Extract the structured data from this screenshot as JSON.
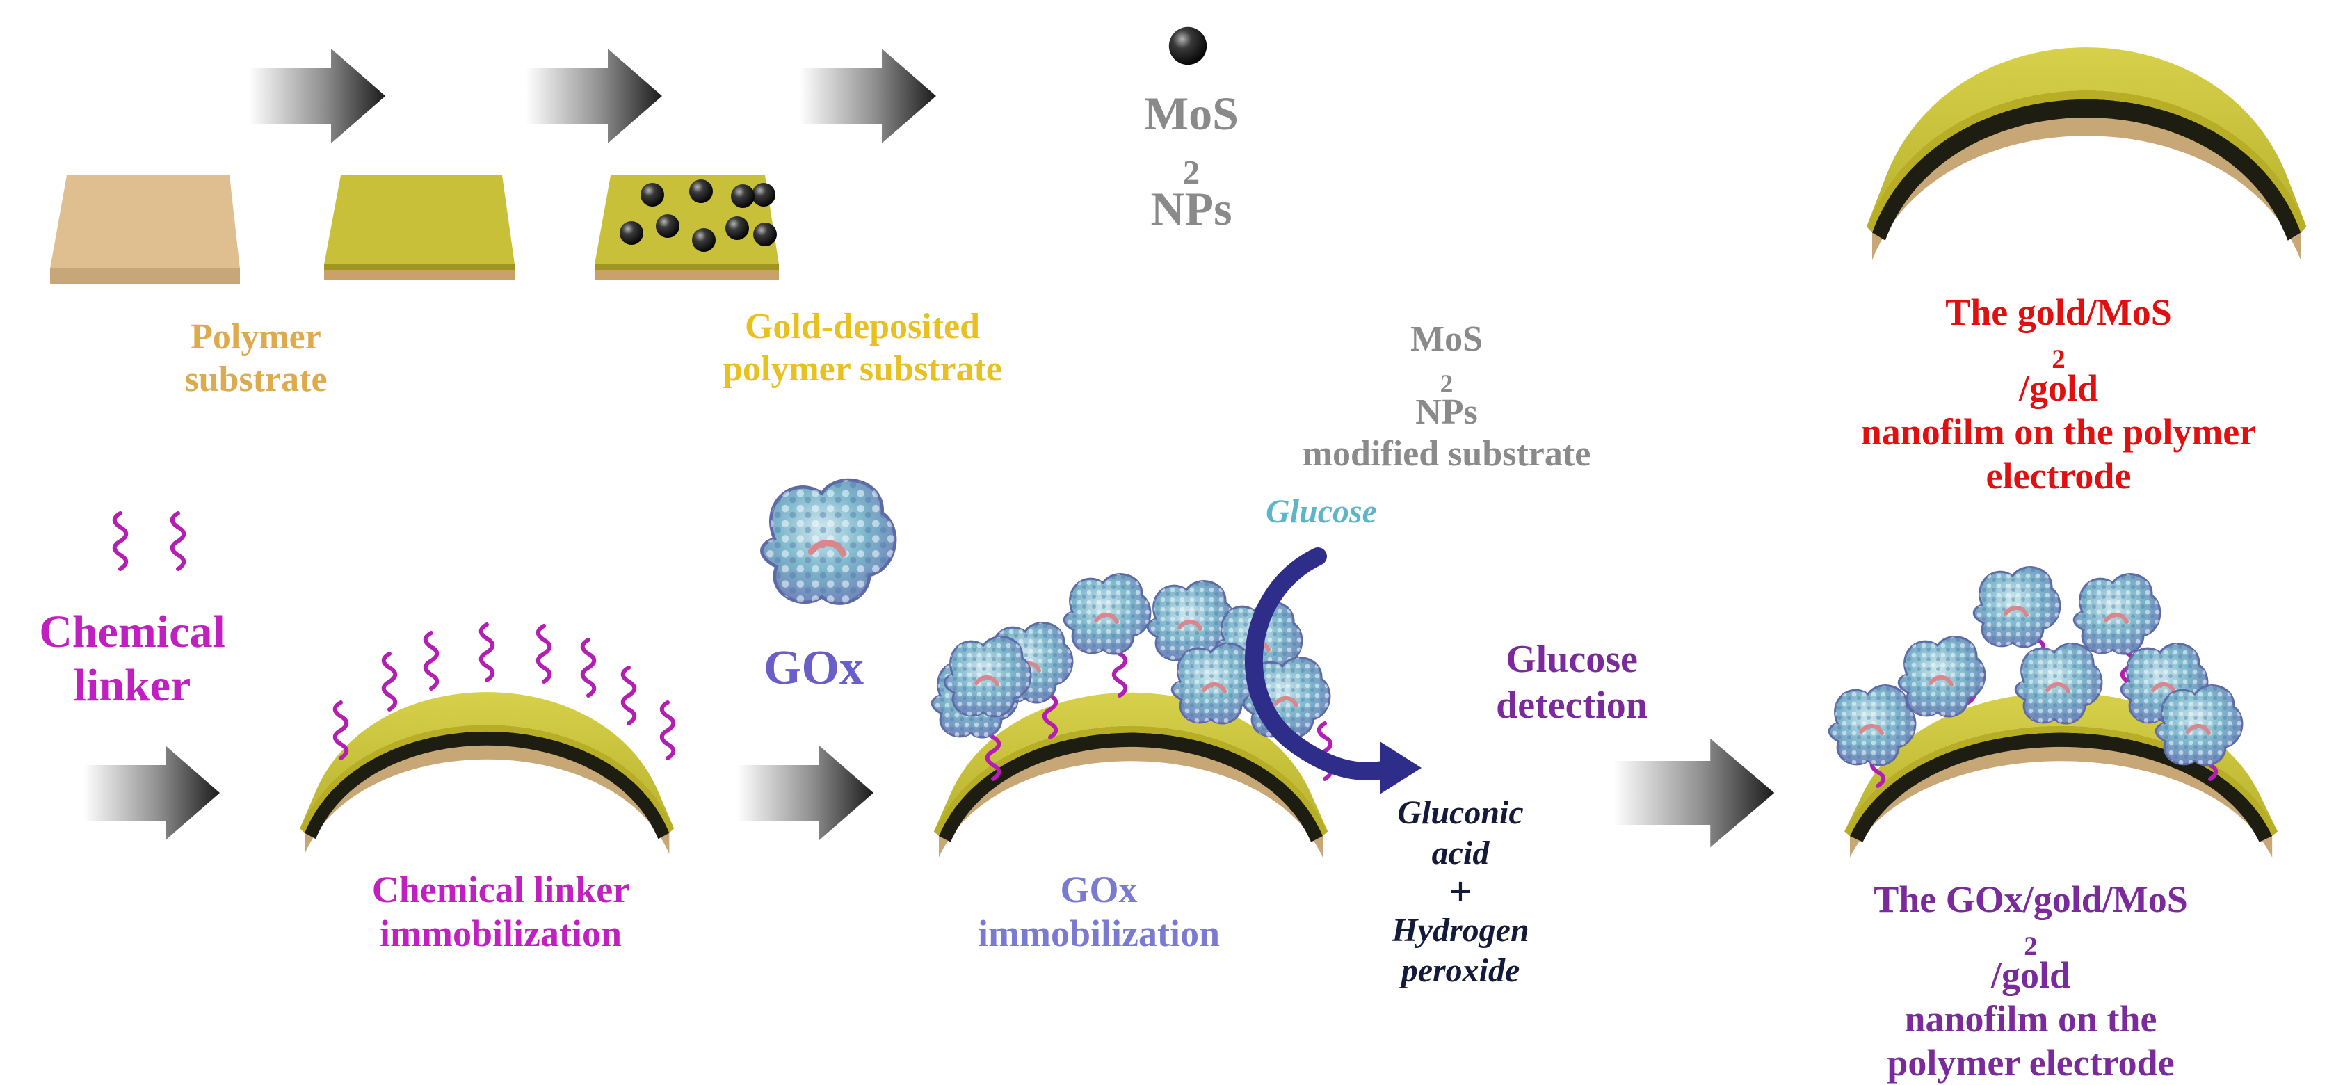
{
  "colors": {
    "polymer": "#deb887",
    "gold": "#c8c038",
    "gray_text": "#8a8a8a",
    "gold_text": "#e8c020",
    "red_text": "#e01010",
    "magenta_text": "#c020c0",
    "gox_text": "#6a5fc8",
    "purple_text": "#7a2a9a",
    "glucose_text": "#5fb5c8",
    "curve_arrow": "#2e2e8a"
  },
  "top_row": {
    "mos2_reagent": {
      "prefix": "MoS",
      "sub": "2",
      "suffix": " NPs"
    },
    "step1": {
      "line1": "Polymer",
      "line2": "substrate"
    },
    "step2": {
      "line1": "Gold-deposited",
      "line2": "polymer substrate"
    },
    "step3": {
      "line1_prefix": "MoS",
      "line1_sub": "2",
      "line1_suffix": " NPs",
      "line2": "modified substrate"
    },
    "step4": {
      "line1_prefix": "The gold/MoS",
      "line1_sub": "2",
      "line1_suffix": "/gold",
      "line2": "nanofilm on the polymer",
      "line3": "electrode"
    }
  },
  "bottom_row": {
    "chemical_linker_reagent": {
      "line1": "Chemical",
      "line2": "linker"
    },
    "gox_reagent": "GOx",
    "step5": {
      "line1": "Chemical linker",
      "line2": "immobilization"
    },
    "step6": {
      "line1": "GOx",
      "line2": "immobilization"
    },
    "glucose": "Glucose",
    "products": {
      "line1": "Gluconic",
      "line2": "acid",
      "plus": "+",
      "line3": "Hydrogen",
      "line4": "peroxide"
    },
    "detection": {
      "line1": "Glucose",
      "line2": "detection"
    },
    "step7": {
      "line1_prefix": "The GOx/gold/MoS",
      "line1_sub": "2",
      "line1_suffix": "/gold",
      "line2": "nanofilm on the",
      "line3": "polymer electrode"
    }
  },
  "icons": [
    "process-arrow-icon",
    "mos2-nanoparticle-icon",
    "chemical-linker-icon",
    "gox-enzyme-icon",
    "curved-reaction-arrow-icon"
  ]
}
